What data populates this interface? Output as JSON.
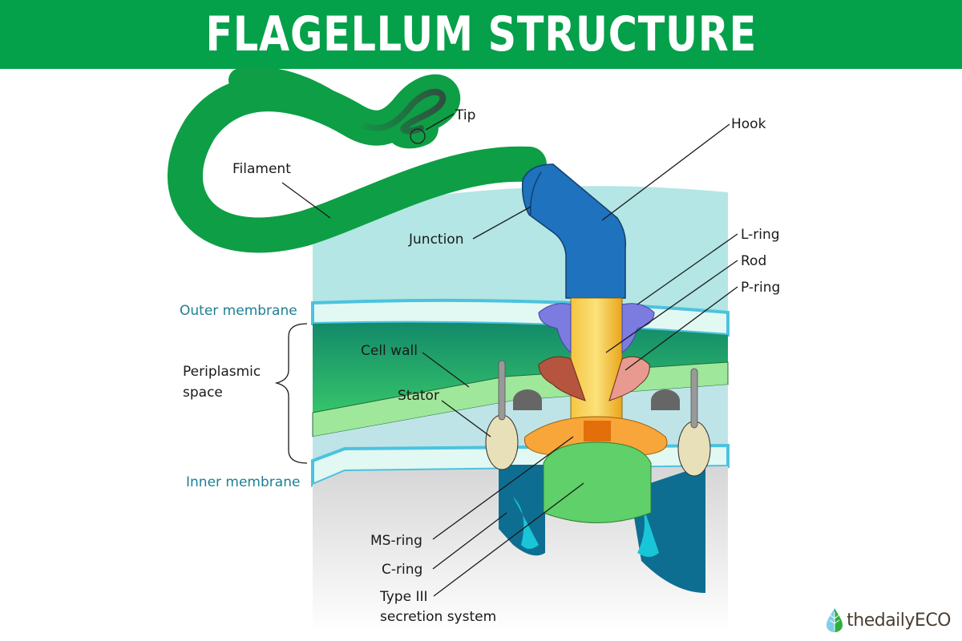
{
  "header": {
    "title": "FLAGELLUM STRUCTURE"
  },
  "labels": {
    "tip": "Tip",
    "filament": "Filament",
    "hook": "Hook",
    "junction": "Junction",
    "l_ring": "L-ring",
    "rod": "Rod",
    "p_ring": "P-ring",
    "outer_membrane": "Outer membrane",
    "periplasmic_space_line1": "Periplasmic",
    "periplasmic_space_line2": "space",
    "cell_wall": "Cell wall",
    "stator": "Stator",
    "inner_membrane": "Inner membrane",
    "ms_ring": "MS-ring",
    "c_ring": "C-ring",
    "type3_line1": "Type III",
    "type3_line2": "secretion system"
  },
  "brand": {
    "name": "thedailyECO",
    "logo_icon": "leaf-drop-icon"
  },
  "colors": {
    "banner": "#05a04a",
    "filament": "#0e9e45",
    "hook": "#1f72bd",
    "membrane_label": "#1d7f94",
    "extracellular": "#b3e6e4",
    "cell_wall": "#22b45e",
    "cytoplasm": "#e3e3e3"
  }
}
